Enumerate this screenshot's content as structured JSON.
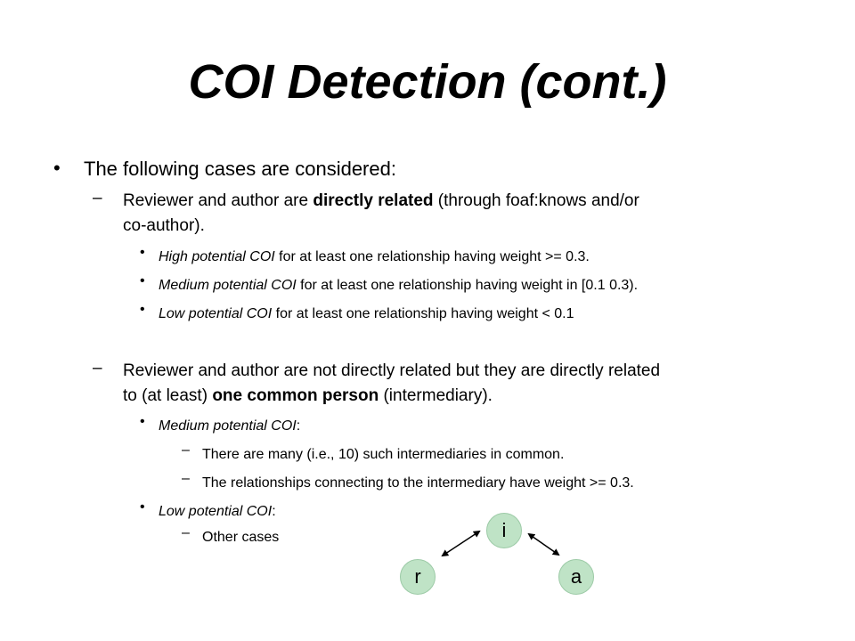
{
  "slide": {
    "title": "COI Detection (cont.)",
    "bullet_marker": "•",
    "dash_marker": "–",
    "level1": {
      "text": "The following cases are considered:"
    },
    "direct": {
      "prefix": "Reviewer and author are ",
      "bold": "directly related",
      "suffix": " (through foaf:knows and/or",
      "line2": "co-author)."
    },
    "direct_items": [
      {
        "em": "High potential COI",
        "rest": " for at least one relationship having weight >= 0.3."
      },
      {
        "em": "Medium potential COI",
        "rest": " for at least one relationship having weight in [0.1 0.3)."
      },
      {
        "em": "Low potential COI",
        "rest": " for at least one relationship having weight < 0.1"
      }
    ],
    "indirect": {
      "line1": "Reviewer and author are not directly related but they are directly related",
      "prefix2": "to (at least) ",
      "bold2": "one common person",
      "suffix2": " (intermediary)."
    },
    "medium": {
      "em": "Medium potential COI",
      "colon": ":",
      "items": [
        "There are many (i.e., 10) such intermediaries in common.",
        "The relationships connecting to the intermediary have weight >= 0.3."
      ]
    },
    "low": {
      "em": "Low potential COI",
      "colon": ":",
      "items": [
        "Other cases"
      ]
    }
  },
  "diagram": {
    "nodes": {
      "i": "i",
      "r": "r",
      "a": "a"
    },
    "node_color": "#bfe3c6"
  }
}
